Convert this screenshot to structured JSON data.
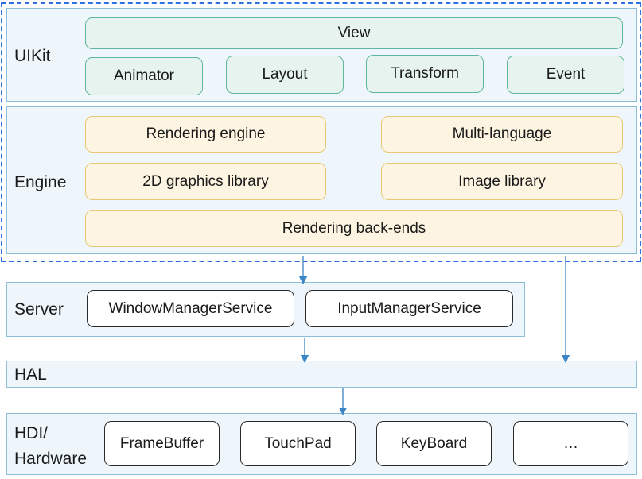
{
  "uikit": {
    "label": "UIKit",
    "view": "View",
    "modules": [
      "Animator",
      "Layout",
      "Transform",
      "Event"
    ]
  },
  "engine": {
    "label": "Engine",
    "rendering_engine": "Rendering engine",
    "multi_language": "Multi-language",
    "graphics_2d": "2D graphics library",
    "image_library": "Image library",
    "rendering_backends": "Rendering back-ends"
  },
  "server": {
    "label": "Server",
    "services": [
      "WindowManagerService",
      "InputManagerService"
    ]
  },
  "hal": {
    "label": "HAL"
  },
  "hdi": {
    "label_line1": "HDI/",
    "label_line2": "Hardware",
    "devices": [
      "FrameBuffer",
      "TouchPad",
      "KeyBoard",
      "…"
    ]
  },
  "colors": {
    "dashed_border": "#2f6fe0",
    "layer_fill": "#eef6fb",
    "green_box": "#e6f3ee",
    "yellow_box": "#fdf5e1",
    "arrow": "#3b86c4"
  }
}
